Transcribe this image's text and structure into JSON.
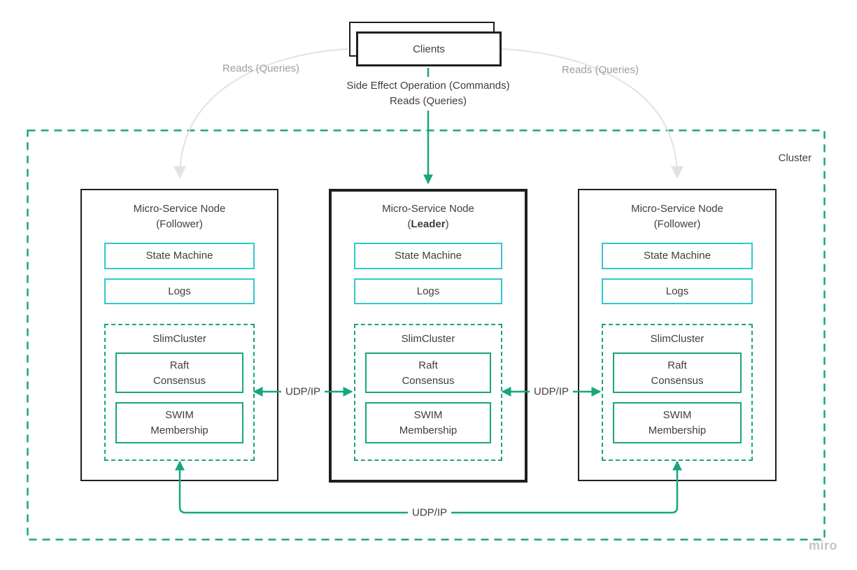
{
  "diagram": {
    "watermark": "miro",
    "cluster_label": "Cluster",
    "clients": {
      "label": "Clients"
    },
    "flows": {
      "left_reads": "Reads (Queries)",
      "right_reads": "Reads (Queries)",
      "command_line1": "Side Effect Operation (Commands)",
      "command_line2": "Reads (Queries)",
      "udp_left": "UDP/IP",
      "udp_right": "UDP/IP",
      "udp_bottom": "UDP/IP"
    },
    "nodes": [
      {
        "title": "Micro-Service Node",
        "role_open": "(",
        "role": "Follower",
        "role_close": ")",
        "state_machine": "State Machine",
        "logs": "Logs",
        "slimcluster": {
          "label": "SlimCluster",
          "raft_line1": "Raft",
          "raft_line2": "Consensus",
          "swim_line1": "SWIM",
          "swim_line2": "Membership"
        }
      },
      {
        "title": "Micro-Service Node",
        "role_open": "(",
        "role": "Leader",
        "role_close": ")",
        "state_machine": "State Machine",
        "logs": "Logs",
        "slimcluster": {
          "label": "SlimCluster",
          "raft_line1": "Raft",
          "raft_line2": "Consensus",
          "swim_line1": "SWIM",
          "swim_line2": "Membership"
        }
      },
      {
        "title": "Micro-Service Node",
        "role_open": "(",
        "role": "Follower",
        "role_close": ")",
        "state_machine": "State Machine",
        "logs": "Logs",
        "slimcluster": {
          "label": "SlimCluster",
          "raft_line1": "Raft",
          "raft_line2": "Consensus",
          "swim_line1": "SWIM",
          "swim_line2": "Membership"
        }
      }
    ],
    "colors": {
      "teal": "#17a67e",
      "cyan": "#31c8ce",
      "node_border": "#1f1f1f",
      "text": "#3e3e3e",
      "muted_label": "#9c9c9c",
      "arc_gray": "#e2e2e2",
      "watermark_gray": "#c3c3c3"
    }
  }
}
